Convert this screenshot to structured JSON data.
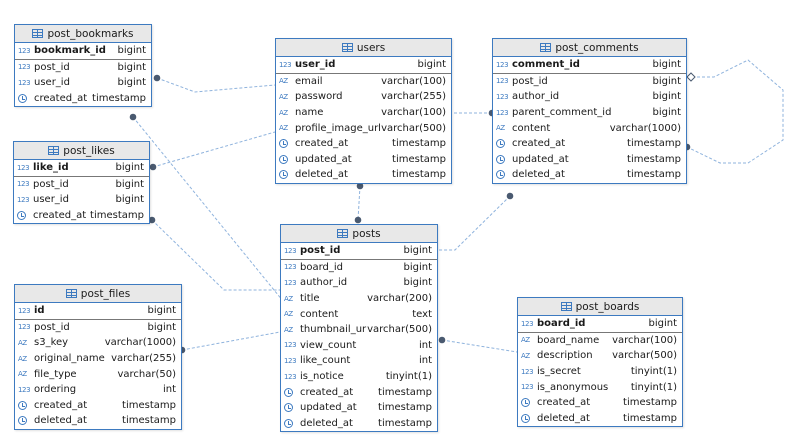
{
  "tables": [
    {
      "id": "post_bookmarks",
      "name": "post_bookmarks",
      "columns": [
        {
          "name": "bookmark_id",
          "type": "bigint",
          "pk": true,
          "icon": "123"
        },
        {
          "name": "post_id",
          "type": "bigint",
          "icon": "123"
        },
        {
          "name": "user_id",
          "type": "bigint",
          "icon": "123"
        },
        {
          "name": "created_at",
          "type": "timestamp",
          "icon": "clock"
        }
      ]
    },
    {
      "id": "users",
      "name": "users",
      "columns": [
        {
          "name": "user_id",
          "type": "bigint",
          "pk": true,
          "icon": "123"
        },
        {
          "name": "email",
          "type": "varchar(100)",
          "icon": "AZ"
        },
        {
          "name": "password",
          "type": "varchar(255)",
          "icon": "AZ"
        },
        {
          "name": "name",
          "type": "varchar(100)",
          "icon": "AZ"
        },
        {
          "name": "profile_image_url",
          "type": "varchar(500)",
          "icon": "AZ"
        },
        {
          "name": "created_at",
          "type": "timestamp",
          "icon": "clock"
        },
        {
          "name": "updated_at",
          "type": "timestamp",
          "icon": "clock"
        },
        {
          "name": "deleted_at",
          "type": "timestamp",
          "icon": "clock"
        }
      ]
    },
    {
      "id": "post_comments",
      "name": "post_comments",
      "columns": [
        {
          "name": "comment_id",
          "type": "bigint",
          "pk": true,
          "icon": "123"
        },
        {
          "name": "post_id",
          "type": "bigint",
          "icon": "123"
        },
        {
          "name": "author_id",
          "type": "bigint",
          "icon": "123"
        },
        {
          "name": "parent_comment_id",
          "type": "bigint",
          "icon": "123"
        },
        {
          "name": "content",
          "type": "varchar(1000)",
          "icon": "AZ"
        },
        {
          "name": "created_at",
          "type": "timestamp",
          "icon": "clock"
        },
        {
          "name": "updated_at",
          "type": "timestamp",
          "icon": "clock"
        },
        {
          "name": "deleted_at",
          "type": "timestamp",
          "icon": "clock"
        }
      ]
    },
    {
      "id": "post_likes",
      "name": "post_likes",
      "columns": [
        {
          "name": "like_id",
          "type": "bigint",
          "pk": true,
          "icon": "123"
        },
        {
          "name": "post_id",
          "type": "bigint",
          "icon": "123"
        },
        {
          "name": "user_id",
          "type": "bigint",
          "icon": "123"
        },
        {
          "name": "created_at",
          "type": "timestamp",
          "icon": "clock"
        }
      ]
    },
    {
      "id": "posts",
      "name": "posts",
      "columns": [
        {
          "name": "post_id",
          "type": "bigint",
          "pk": true,
          "icon": "123"
        },
        {
          "name": "board_id",
          "type": "bigint",
          "icon": "123"
        },
        {
          "name": "author_id",
          "type": "bigint",
          "icon": "123"
        },
        {
          "name": "title",
          "type": "varchar(200)",
          "icon": "AZ"
        },
        {
          "name": "content",
          "type": "text",
          "icon": "AZ"
        },
        {
          "name": "thumbnail_url",
          "type": "varchar(500)",
          "icon": "AZ"
        },
        {
          "name": "view_count",
          "type": "int",
          "icon": "123"
        },
        {
          "name": "like_count",
          "type": "int",
          "icon": "123"
        },
        {
          "name": "is_notice",
          "type": "tinyint(1)",
          "icon": "123"
        },
        {
          "name": "created_at",
          "type": "timestamp",
          "icon": "clock"
        },
        {
          "name": "updated_at",
          "type": "timestamp",
          "icon": "clock"
        },
        {
          "name": "deleted_at",
          "type": "timestamp",
          "icon": "clock"
        }
      ]
    },
    {
      "id": "post_files",
      "name": "post_files",
      "columns": [
        {
          "name": "id",
          "type": "bigint",
          "pk": true,
          "icon": "123"
        },
        {
          "name": "post_id",
          "type": "bigint",
          "icon": "123"
        },
        {
          "name": "s3_key",
          "type": "varchar(1000)",
          "icon": "AZ"
        },
        {
          "name": "original_name",
          "type": "varchar(255)",
          "icon": "AZ"
        },
        {
          "name": "file_type",
          "type": "varchar(50)",
          "icon": "AZ"
        },
        {
          "name": "ordering",
          "type": "int",
          "icon": "123"
        },
        {
          "name": "created_at",
          "type": "timestamp",
          "icon": "clock"
        },
        {
          "name": "deleted_at",
          "type": "timestamp",
          "icon": "clock"
        }
      ]
    },
    {
      "id": "post_boards",
      "name": "post_boards",
      "columns": [
        {
          "name": "board_id",
          "type": "bigint",
          "pk": true,
          "icon": "123"
        },
        {
          "name": "board_name",
          "type": "varchar(100)",
          "icon": "AZ"
        },
        {
          "name": "description",
          "type": "varchar(500)",
          "icon": "AZ"
        },
        {
          "name": "is_secret",
          "type": "tinyint(1)",
          "icon": "123"
        },
        {
          "name": "is_anonymous",
          "type": "tinyint(1)",
          "icon": "123"
        },
        {
          "name": "created_at",
          "type": "timestamp",
          "icon": "clock"
        },
        {
          "name": "deleted_at",
          "type": "timestamp",
          "icon": "clock"
        }
      ]
    }
  ],
  "relations": [
    {
      "from": "post_bookmarks",
      "from_column": "user_id",
      "to": "users"
    },
    {
      "from": "post_bookmarks",
      "from_column": "post_id",
      "to": "posts"
    },
    {
      "from": "post_likes",
      "from_column": "user_id",
      "to": "users"
    },
    {
      "from": "post_likes",
      "from_column": "post_id",
      "to": "posts"
    },
    {
      "from": "post_comments",
      "from_column": "author_id",
      "to": "users"
    },
    {
      "from": "post_comments",
      "from_column": "post_id",
      "to": "posts"
    },
    {
      "from": "post_comments",
      "from_column": "parent_comment_id",
      "to": "post_comments"
    },
    {
      "from": "posts",
      "from_column": "author_id",
      "to": "users"
    },
    {
      "from": "posts",
      "from_column": "board_id",
      "to": "post_boards"
    },
    {
      "from": "post_files",
      "from_column": "post_id",
      "to": "posts"
    }
  ],
  "colors": {
    "border": "#3d7ac0",
    "header_bg": "#e8e8e8",
    "relation_line": "#8fb3dd",
    "endpoint": "#4a5a70"
  }
}
